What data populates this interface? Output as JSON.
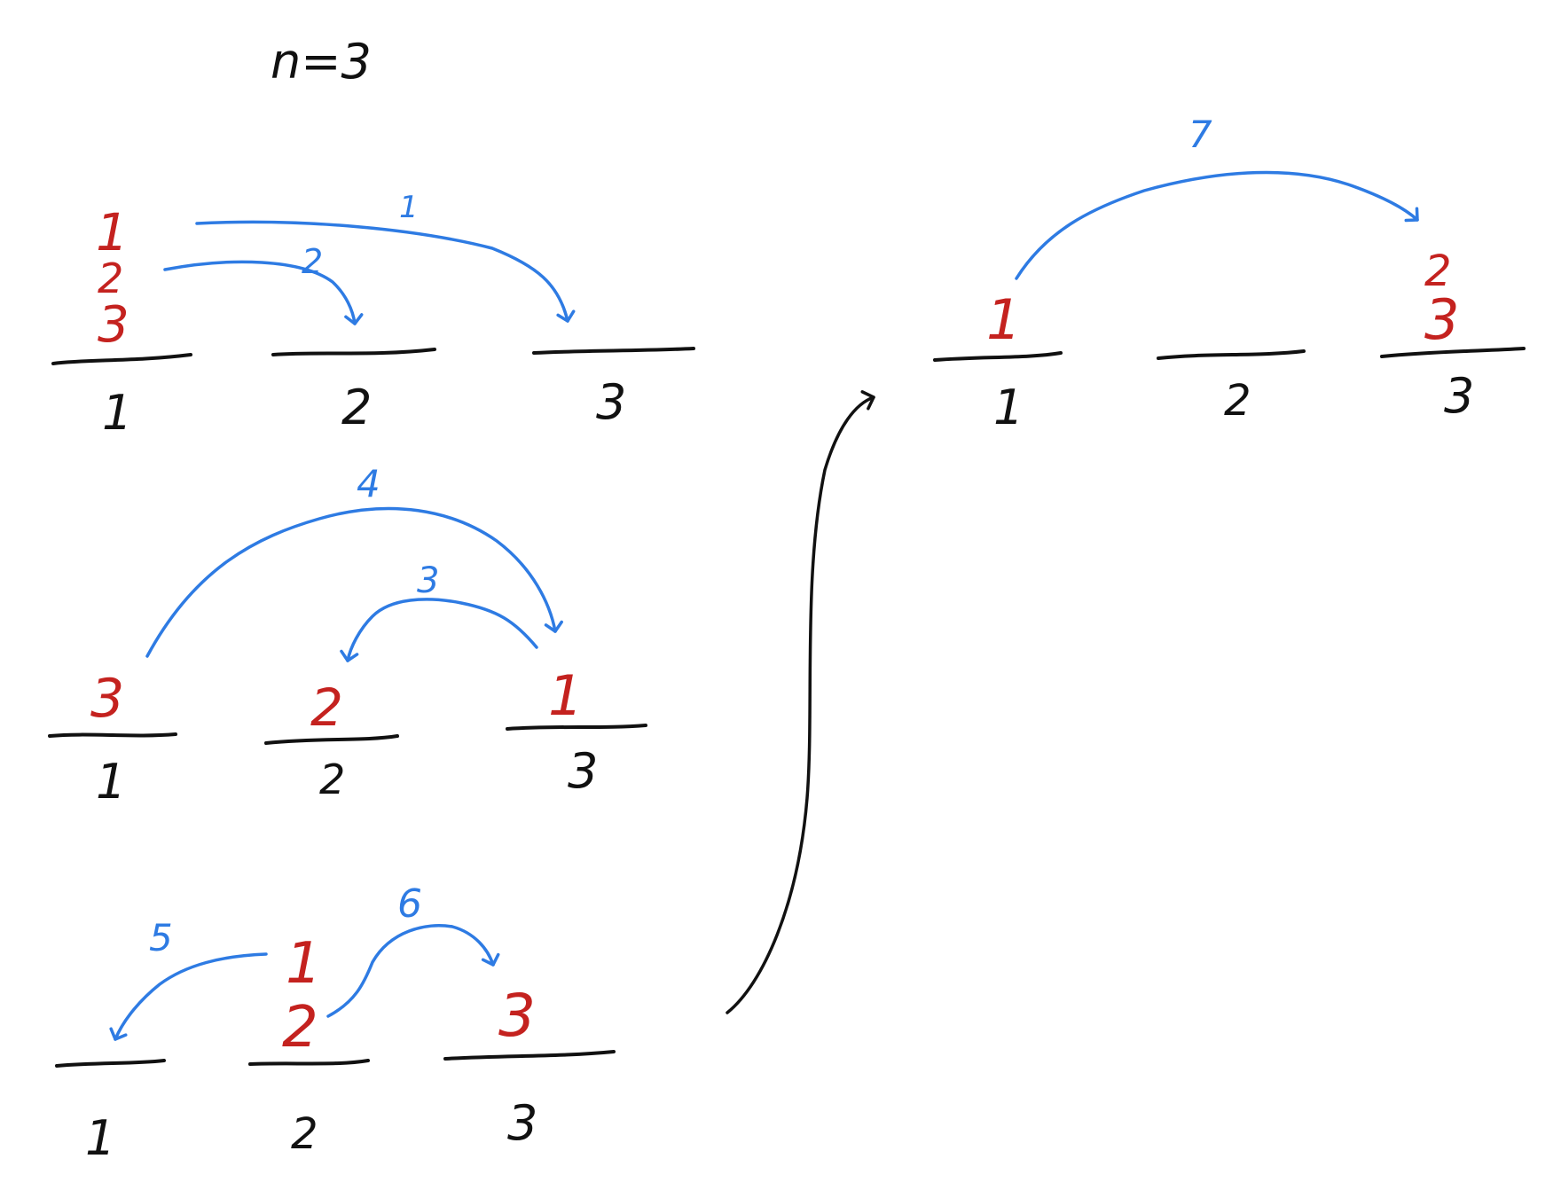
{
  "title": "n=3",
  "colors": {
    "peg": "#111111",
    "disk": "#c4221f",
    "move": "#2e7be3"
  },
  "stages": [
    {
      "pegs": [
        "1",
        "2",
        "3"
      ],
      "disks_on_peg1": [
        "1",
        "2",
        "3"
      ],
      "moves": [
        {
          "step": "1",
          "from": "1",
          "to": "3",
          "disk": "1"
        },
        {
          "step": "2",
          "from": "1",
          "to": "2",
          "disk": "2"
        }
      ]
    },
    {
      "pegs": [
        "1",
        "2",
        "3"
      ],
      "disks": {
        "peg1": "3",
        "peg2": "2",
        "peg3": "1"
      },
      "moves": [
        {
          "step": "3",
          "from": "3",
          "to": "2",
          "disk": "1"
        },
        {
          "step": "4",
          "from": "1",
          "to": "3",
          "disk": "3"
        }
      ]
    },
    {
      "pegs": [
        "1",
        "2",
        "3"
      ],
      "disks_on_peg2": [
        "1",
        "2"
      ],
      "disks_on_peg3": [
        "3"
      ],
      "moves": [
        {
          "step": "5",
          "from": "2",
          "to": "1",
          "disk": "1"
        },
        {
          "step": "6",
          "from": "2",
          "to": "3",
          "disk": "2"
        }
      ]
    },
    {
      "pegs": [
        "1",
        "2",
        "3"
      ],
      "disks_on_peg1": [
        "1"
      ],
      "disks_on_peg3": [
        "2",
        "3"
      ],
      "moves": [
        {
          "step": "7",
          "from": "1",
          "to": "3",
          "disk": "1"
        }
      ]
    }
  ]
}
